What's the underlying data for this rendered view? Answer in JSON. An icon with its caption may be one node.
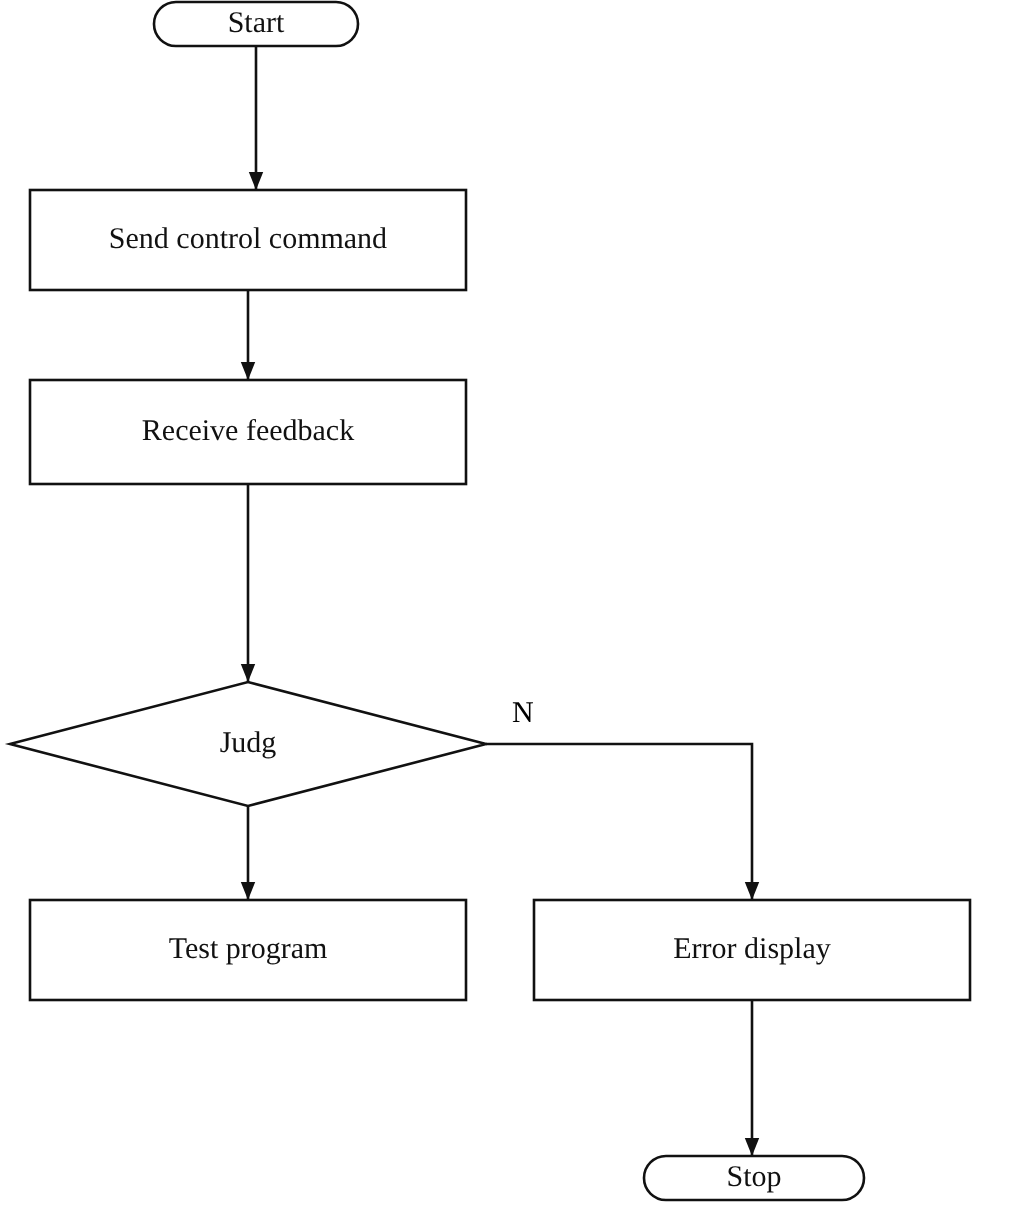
{
  "diagram": {
    "nodes": [
      {
        "text": [
          "Start"
        ]
      },
      {
        "text": [
          "Send control command"
        ]
      },
      {
        "text": [
          "Receive feedback"
        ]
      },
      {
        "text": [
          "Judg"
        ]
      },
      {
        "text": [
          "Test program"
        ]
      },
      {
        "text": [
          "Error display"
        ]
      },
      {
        "text": [
          "Stop"
        ]
      }
    ],
    "edges": [
      {
        "from": 0,
        "to": 1,
        "arrow": "to"
      },
      {
        "from": 1,
        "to": 2,
        "arrow": "to"
      },
      {
        "from": 2,
        "to": 3,
        "arrow": "to"
      },
      {
        "from": 3,
        "to": 4,
        "arrow": "to"
      },
      {
        "from": 3,
        "to": 5,
        "arrow": "to",
        "label": "N"
      },
      {
        "from": 5,
        "to": 6,
        "arrow": "to"
      }
    ]
  }
}
